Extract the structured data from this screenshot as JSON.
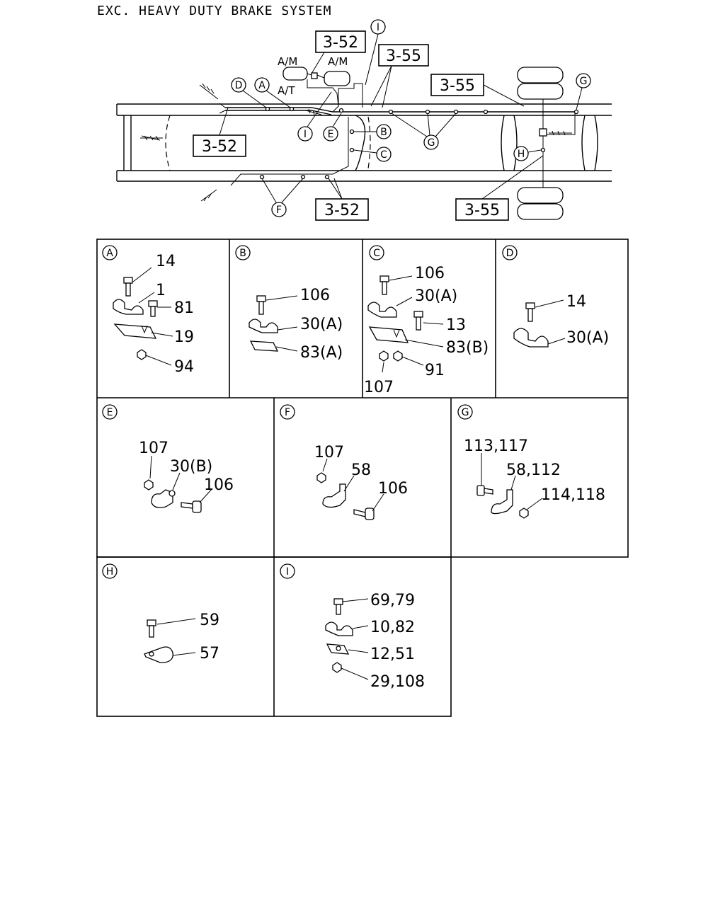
{
  "title": "EXC. HEAVY DUTY BRAKE SYSTEM",
  "overview": {
    "ref_boxes": [
      "3-52",
      "3-55",
      "3-55",
      "3-52",
      "3-52",
      "3-55"
    ],
    "callouts": [
      "I",
      "D",
      "A",
      "I",
      "E",
      "B",
      "C",
      "G",
      "G",
      "H",
      "F"
    ],
    "labels": [
      "A/M",
      "A/M",
      "A/T"
    ]
  },
  "panels": [
    {
      "letter": "A",
      "parts": [
        "14",
        "1",
        "81",
        "19",
        "94"
      ]
    },
    {
      "letter": "B",
      "parts": [
        "106",
        "30(A)",
        "83(A)"
      ]
    },
    {
      "letter": "C",
      "parts": [
        "106",
        "30(A)",
        "13",
        "83(B)",
        "91",
        "107"
      ]
    },
    {
      "letter": "D",
      "parts": [
        "14",
        "30(A)"
      ]
    },
    {
      "letter": "E",
      "parts": [
        "107",
        "30(B)",
        "106"
      ]
    },
    {
      "letter": "F",
      "parts": [
        "107",
        "58",
        "106"
      ]
    },
    {
      "letter": "G",
      "parts": [
        "113,117",
        "58,112",
        "114,118"
      ]
    },
    {
      "letter": "H",
      "parts": [
        "59",
        "57"
      ]
    },
    {
      "letter": "I",
      "parts": [
        "69,79",
        "10,82",
        "12,51",
        "29,108"
      ]
    }
  ]
}
